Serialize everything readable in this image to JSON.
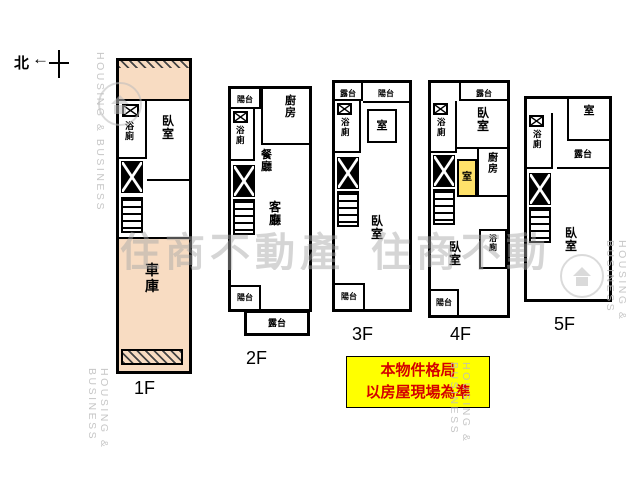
{
  "compass": {
    "north": "北",
    "arrow": "←"
  },
  "watermarks": {
    "cn": "住商不動產",
    "en": "HOUSING & BUSINESS"
  },
  "notice": {
    "line1": "本物件格局",
    "line2": "以房屋現場為準",
    "bg": "#ffff00",
    "text_color": "#d40000"
  },
  "colors": {
    "wall": "#000000",
    "garage_fill": "#f8dcc2",
    "highlight_room_fill": "#ffe26a",
    "watermark": "#b5b5b5"
  },
  "floors": [
    {
      "label": "1F",
      "rooms": {
        "bath": "浴廁",
        "bedroom": "臥室",
        "garage": "車庫"
      }
    },
    {
      "label": "2F",
      "rooms": {
        "balcony_top": "陽台",
        "kitchen": "廚房",
        "dining": "餐廳",
        "bath": "浴廁",
        "living": "客廳",
        "balcony_bottom": "陽台",
        "terrace": "露台"
      }
    },
    {
      "label": "3F",
      "rooms": {
        "terrace": "露台",
        "balcony_top": "陽台",
        "bath": "浴廁",
        "room": "室",
        "bedroom": "臥室",
        "balcony_bottom": "陽台"
      }
    },
    {
      "label": "4F",
      "rooms": {
        "terrace": "露台",
        "bath_top": "浴廁",
        "bedroom_top": "臥室",
        "kitchen": "廚房",
        "room": "室",
        "bath_bottom": "浴廁",
        "bedroom_bottom": "臥室",
        "balcony": "陽台"
      }
    },
    {
      "label": "5F",
      "rooms": {
        "room": "室",
        "bath": "浴廁",
        "terrace": "露台",
        "bedroom": "臥室"
      }
    }
  ]
}
